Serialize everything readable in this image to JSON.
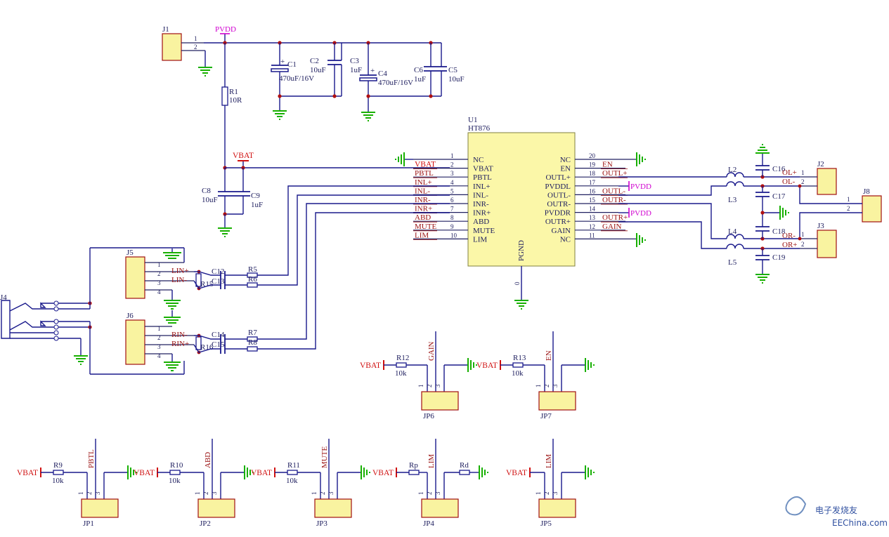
{
  "power": {
    "pvdd": "PVDD",
    "vbat": "VBAT"
  },
  "connectors": {
    "j1": "J1",
    "j2": "J2",
    "j3": "J3",
    "j4": "J4",
    "j5": "J5",
    "j6": "J6",
    "j8": "J8",
    "p1": "1",
    "p2": "2",
    "p3": "3",
    "p4": "4"
  },
  "caps": {
    "c1": "C1",
    "c1v": "470uF/16V",
    "c2": "C2",
    "c2v": "10uF",
    "c3": "C3",
    "c3v": "1uF",
    "c4": "C4",
    "c4v": "470uF/16V",
    "c5": "C5",
    "c5v": "10uF",
    "c6": "C6",
    "c6v": "1uF",
    "c8": "C8",
    "c8v": "10uF",
    "c9": "C9",
    "c9v": "1uF",
    "c12": "C12",
    "c13": "C13",
    "c14": "C14",
    "c15": "C15",
    "c16": "C16",
    "c17": "C17",
    "c18": "C18",
    "c19": "C19"
  },
  "resistors": {
    "r1": "R1",
    "r1v": "10R",
    "r5": "R5",
    "r6": "R6",
    "r7": "R7",
    "r8": "R8",
    "r9": "R9",
    "r10": "R10",
    "r11": "R11",
    "r12": "R12",
    "r13": "R13",
    "r15": "R15",
    "r16": "R16",
    "rp": "Rp",
    "rd": "Rd",
    "k10": "10k"
  },
  "inductors": {
    "l2": "L2",
    "l3": "L3",
    "l4": "L4",
    "l5": "L5"
  },
  "ic": {
    "ref": "U1",
    "part": "HT876",
    "pgnd": "PGND",
    "zero": "0",
    "left_pins": [
      {
        "num": "1",
        "name": "NC",
        "net": ""
      },
      {
        "num": "2",
        "name": "VBAT",
        "net": "VBAT"
      },
      {
        "num": "3",
        "name": "PBTL",
        "net": "PBTL"
      },
      {
        "num": "4",
        "name": "INL+",
        "net": "INL+"
      },
      {
        "num": "5",
        "name": "INL-",
        "net": "INL-"
      },
      {
        "num": "6",
        "name": "INR-",
        "net": "INR-"
      },
      {
        "num": "7",
        "name": "INR+",
        "net": "INR+"
      },
      {
        "num": "8",
        "name": "ABD",
        "net": "ABD"
      },
      {
        "num": "9",
        "name": "MUTE",
        "net": "MUTE"
      },
      {
        "num": "10",
        "name": "LIM",
        "net": "LIM"
      }
    ],
    "right_pins": [
      {
        "num": "20",
        "name": "NC",
        "net": ""
      },
      {
        "num": "19",
        "name": "EN",
        "net": "EN"
      },
      {
        "num": "18",
        "name": "OUTL+",
        "net": "OUTL+"
      },
      {
        "num": "17",
        "name": "PVDDL",
        "net": "PVDD"
      },
      {
        "num": "16",
        "name": "OUTL-",
        "net": "OUTL-"
      },
      {
        "num": "15",
        "name": "OUTR-",
        "net": "OUTR-"
      },
      {
        "num": "14",
        "name": "PVDDR",
        "net": "PVDD"
      },
      {
        "num": "13",
        "name": "OUTR+",
        "net": "OUTR+"
      },
      {
        "num": "12",
        "name": "GAIN",
        "net": "GAIN"
      },
      {
        "num": "11",
        "name": "NC",
        "net": ""
      }
    ]
  },
  "nets": {
    "lin_p": "LIN+",
    "lin_n": "LIN-",
    "rin_n": "RIN-",
    "rin_p": "RIN+",
    "ol_p": "OL+",
    "ol_n": "OL-",
    "or_n": "OR-",
    "or_p": "OR+",
    "outr_p": "OUTR+",
    "gain": "GAIN",
    "en": "EN",
    "pbtl": "PBTL",
    "abd": "ABD",
    "mute": "MUTE",
    "lim": "LIM"
  },
  "jumpers": {
    "jp1": "JP1",
    "jp2": "JP2",
    "jp3": "JP3",
    "jp4": "JP4",
    "jp5": "JP5",
    "jp6": "JP6",
    "jp7": "JP7"
  },
  "watermark": "EEChina.com",
  "colors": {
    "wire": "#1a1a8c",
    "ground": "#18b000",
    "power": "#d01010",
    "ic_fill": "#fbf7a8",
    "net_label": "#9a1010",
    "pvdd": "#d000d0"
  }
}
